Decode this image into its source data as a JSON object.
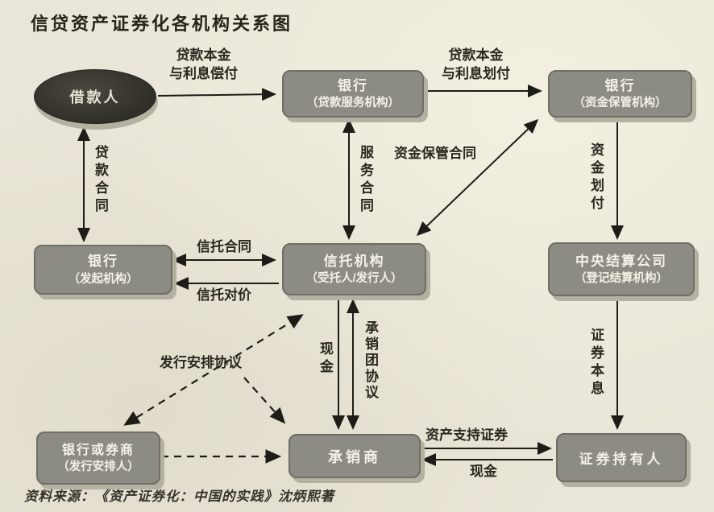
{
  "title": "信贷资产证券化各机构关系图",
  "source_note": "资料来源：《资产证券化：中国的实践》沈炳熙著",
  "colors": {
    "background": "#e9e5d8",
    "node_fill": "#8d8c84",
    "node_text": "#f4f1e6",
    "ellipse_fill": "#2e2d26",
    "line": "#1d1c16"
  },
  "nodes": {
    "borrower": {
      "label": "借款人"
    },
    "loan_servicer": {
      "line1": "银行",
      "line2": "（贷款服务机构）"
    },
    "fund_custodian": {
      "line1": "银行",
      "line2": "（资金保管机构）"
    },
    "originator": {
      "line1": "银行",
      "line2": "（发起机构）"
    },
    "trust": {
      "line1": "信托机构",
      "line2": "（受托人/发行人）"
    },
    "ccdc": {
      "line1": "中央结算公司",
      "line2": "（登记结算机构）"
    },
    "arranger": {
      "line1": "银行或券商",
      "line2": "（发行安排人）"
    },
    "underwriter": {
      "label": "承销商"
    },
    "holder": {
      "label": "证券持有人"
    }
  },
  "edges": {
    "repay": {
      "line1": "贷款本金",
      "line2": "与利息偿付"
    },
    "transfer": {
      "line1": "贷款本金",
      "line2": "与利息划付"
    },
    "loan_contract": "贷款合同",
    "service_contract": "服务合同",
    "custody_contract": "资金保管合同",
    "fund_transfer": "资金划付",
    "trust_contract": "信托合同",
    "trust_consideration": "信托对价",
    "cash_mid": "现金",
    "syndicate_agreement": "承销团协议",
    "arrangement_agreement": "发行安排协议",
    "bond_interest": "证券本息",
    "abs": "资产支持证券",
    "cash_bottom": "现金"
  }
}
